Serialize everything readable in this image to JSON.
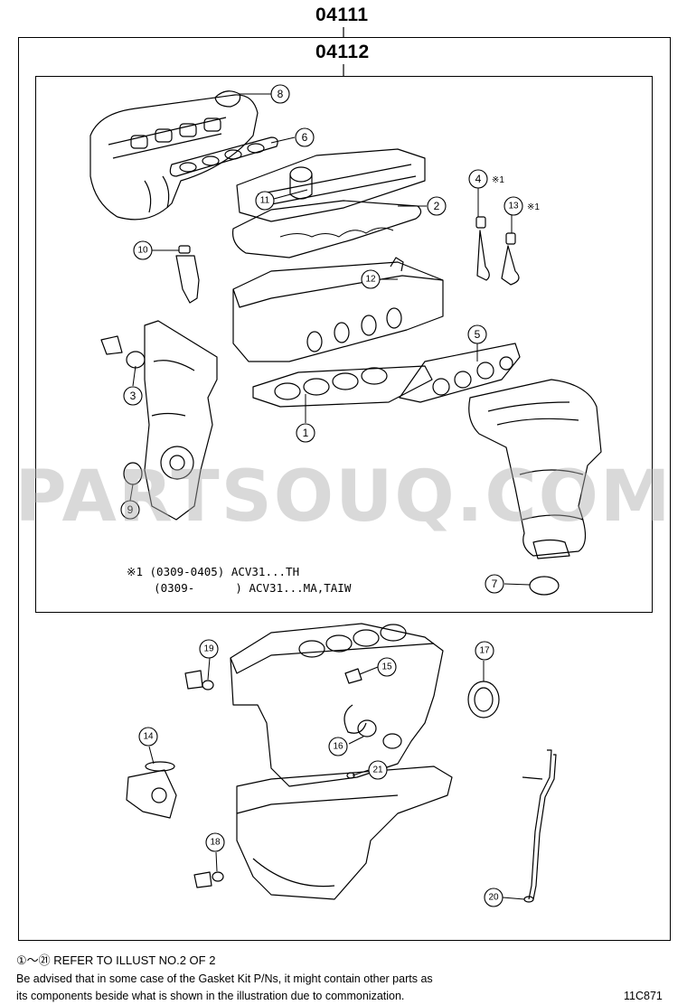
{
  "header": {
    "outer_kit": "04111",
    "inner_kit": "04112"
  },
  "callouts": [
    {
      "id": "c1",
      "label": "1",
      "mark": ""
    },
    {
      "id": "c2",
      "label": "2",
      "mark": ""
    },
    {
      "id": "c3",
      "label": "3",
      "mark": ""
    },
    {
      "id": "c4",
      "label": "4",
      "mark": "※1"
    },
    {
      "id": "c5",
      "label": "5",
      "mark": ""
    },
    {
      "id": "c6",
      "label": "6",
      "mark": ""
    },
    {
      "id": "c7",
      "label": "7",
      "mark": ""
    },
    {
      "id": "c8",
      "label": "8",
      "mark": ""
    },
    {
      "id": "c9",
      "label": "9",
      "mark": ""
    },
    {
      "id": "c10",
      "label": "10",
      "mark": ""
    },
    {
      "id": "c11",
      "label": "11",
      "mark": ""
    },
    {
      "id": "c12",
      "label": "12",
      "mark": ""
    },
    {
      "id": "c13",
      "label": "13",
      "mark": "※1"
    },
    {
      "id": "c14",
      "label": "14",
      "mark": ""
    },
    {
      "id": "c15",
      "label": "15",
      "mark": ""
    },
    {
      "id": "c16",
      "label": "16",
      "mark": ""
    },
    {
      "id": "c17",
      "label": "17",
      "mark": ""
    },
    {
      "id": "c18",
      "label": "18",
      "mark": ""
    },
    {
      "id": "c19",
      "label": "19",
      "mark": ""
    },
    {
      "id": "c20",
      "label": "20",
      "mark": ""
    },
    {
      "id": "c21",
      "label": "21",
      "mark": ""
    }
  ],
  "notes": {
    "line1": "※1 (0309-0405) ACV31...TH",
    "line2": "    (0309-      ) ACV31...MA,TAIW"
  },
  "watermark": "PARTSOUQ.COM",
  "footer": {
    "refer": "①～㉑ REFER TO ILLUST NO.2 OF 2",
    "advice1": "Be advised that in some case of the Gasket Kit P/Ns,  it might contain other parts as",
    "advice2": "its components beside what is shown in the illustration due to commonization.",
    "illust_code": "11C871"
  }
}
